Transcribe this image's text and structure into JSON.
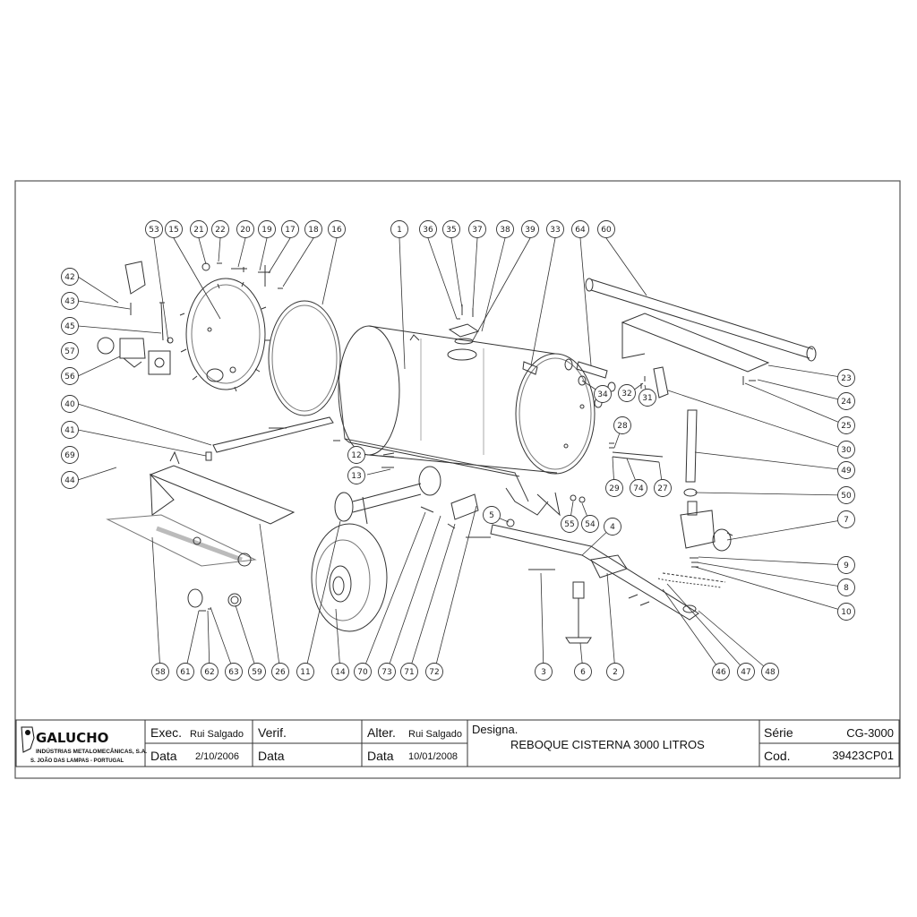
{
  "title_block": {
    "brand": "GALUCHO",
    "company": "INDÚSTRIAS METALOMECÂNICAS, S.A.",
    "address": "S. JOÃO DAS LAMPAS - PORTUGAL",
    "exec_label": "Exec.",
    "exec_value": "Rui Salgado",
    "verif_label": "Verif.",
    "alter_label": "Alter.",
    "alter_value": "Rui Salgado",
    "data_label": "Data",
    "exec_date": "2/10/2006",
    "verif_data_label": "Data",
    "alter_data_label": "Data",
    "alter_date": "10/01/2008",
    "designa_label": "Designa.",
    "designation": "REBOQUE CISTERNA 3000 LITROS",
    "serie_label": "Série",
    "serie_value": "CG-3000",
    "cod_label": "Cod.",
    "cod_value": "39423CP01"
  },
  "callouts": [
    {
      "n": "53"
    },
    {
      "n": "15"
    },
    {
      "n": "21"
    },
    {
      "n": "22"
    },
    {
      "n": "20"
    },
    {
      "n": "19"
    },
    {
      "n": "17"
    },
    {
      "n": "18"
    },
    {
      "n": "16"
    },
    {
      "n": "1"
    },
    {
      "n": "36"
    },
    {
      "n": "35"
    },
    {
      "n": "37"
    },
    {
      "n": "38"
    },
    {
      "n": "39"
    },
    {
      "n": "33"
    },
    {
      "n": "64"
    },
    {
      "n": "60"
    },
    {
      "n": "42"
    },
    {
      "n": "43"
    },
    {
      "n": "45"
    },
    {
      "n": "57"
    },
    {
      "n": "56"
    },
    {
      "n": "40"
    },
    {
      "n": "41"
    },
    {
      "n": "69"
    },
    {
      "n": "44"
    },
    {
      "n": "12"
    },
    {
      "n": "13"
    },
    {
      "n": "34"
    },
    {
      "n": "32"
    },
    {
      "n": "31"
    },
    {
      "n": "28"
    },
    {
      "n": "29"
    },
    {
      "n": "74"
    },
    {
      "n": "27"
    },
    {
      "n": "5"
    },
    {
      "n": "55"
    },
    {
      "n": "54"
    },
    {
      "n": "4"
    },
    {
      "n": "23"
    },
    {
      "n": "24"
    },
    {
      "n": "25"
    },
    {
      "n": "30"
    },
    {
      "n": "49"
    },
    {
      "n": "50"
    },
    {
      "n": "7"
    },
    {
      "n": "9"
    },
    {
      "n": "8"
    },
    {
      "n": "10"
    },
    {
      "n": "58"
    },
    {
      "n": "61"
    },
    {
      "n": "62"
    },
    {
      "n": "63"
    },
    {
      "n": "59"
    },
    {
      "n": "26"
    },
    {
      "n": "11"
    },
    {
      "n": "14"
    },
    {
      "n": "70"
    },
    {
      "n": "73"
    },
    {
      "n": "71"
    },
    {
      "n": "72"
    },
    {
      "n": "3"
    },
    {
      "n": "6"
    },
    {
      "n": "2"
    },
    {
      "n": "46"
    },
    {
      "n": "47"
    },
    {
      "n": "48"
    }
  ]
}
